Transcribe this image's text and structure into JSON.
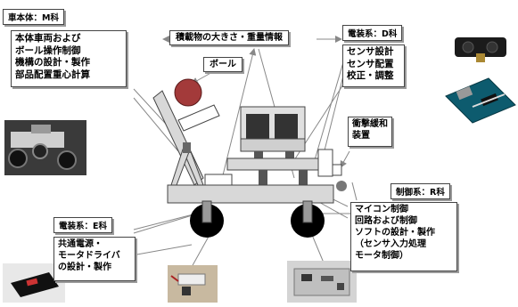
{
  "labels": {
    "m_header": "車本体：M科",
    "m_lines": [
      "本体車両および",
      "ボール操作制御",
      "機構の設計・製作",
      "部品配置重心計算"
    ],
    "info": "積載物の大きさ・重量情報",
    "ball": "ボール",
    "d_header": "電装系：D科",
    "d_lines": [
      "センサ設計",
      "センサ配置",
      "校正・調整"
    ],
    "shock": [
      "衝撃緩和",
      "装置"
    ],
    "r_header": "制御系：R科",
    "r_lines": [
      "マイコン制御",
      "回路および制御",
      "ソフトの設計・製作",
      "（センサ入力処理",
      "モータ制御）"
    ],
    "e_header": "電装系：E科",
    "e_lines": [
      "共通電源・",
      "モータドライバ",
      "の設計・製作"
    ]
  },
  "colors": {
    "arrow": "#888888",
    "outline": "#444444",
    "shadow": "#9a9a9a",
    "ball": "#a33a3a",
    "wheel": "#000000",
    "frame_fill": "#d8d8d8",
    "cargo_fill": "#e0e0e0"
  },
  "images": [
    {
      "name": "robot-car-photo"
    },
    {
      "name": "distance-sensor-photo"
    },
    {
      "name": "arduino-board-photo"
    },
    {
      "name": "battery-pack-photo"
    },
    {
      "name": "motor-driver-photo"
    },
    {
      "name": "control-circuit-photo"
    }
  ]
}
